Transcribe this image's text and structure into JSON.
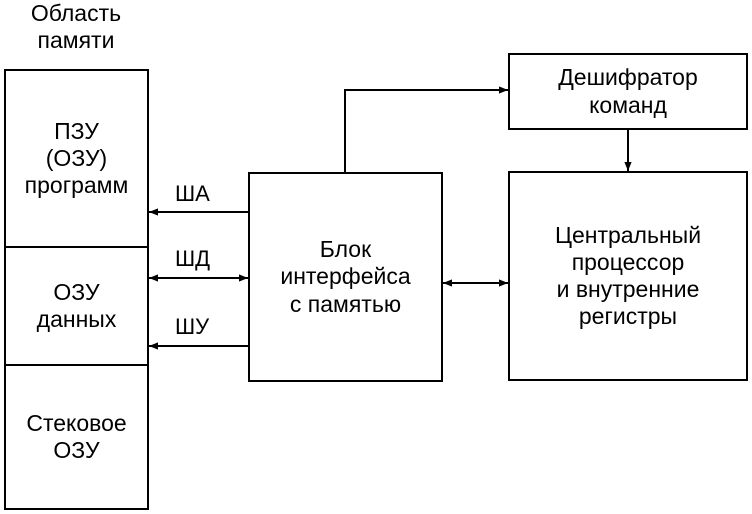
{
  "memory_area": {
    "title": "Область\nпамяти",
    "sections": [
      {
        "name": "program-memory",
        "label": "ПЗУ\n(ОЗУ)\nпрограмм"
      },
      {
        "name": "data-memory",
        "label": "ОЗУ\nданных"
      },
      {
        "name": "stack-memory",
        "label": "Стековое\nОЗУ"
      }
    ]
  },
  "buses": {
    "address": "ША",
    "data": "ШД",
    "control": "ШУ"
  },
  "interface_block": {
    "label": "Блок\nинтерфейса\nс памятью"
  },
  "decoder_block": {
    "label": "Дешифратор\nкоманд"
  },
  "cpu_block": {
    "label": "Центральный\nпроцессор\nи внутренние\nрегистры"
  }
}
